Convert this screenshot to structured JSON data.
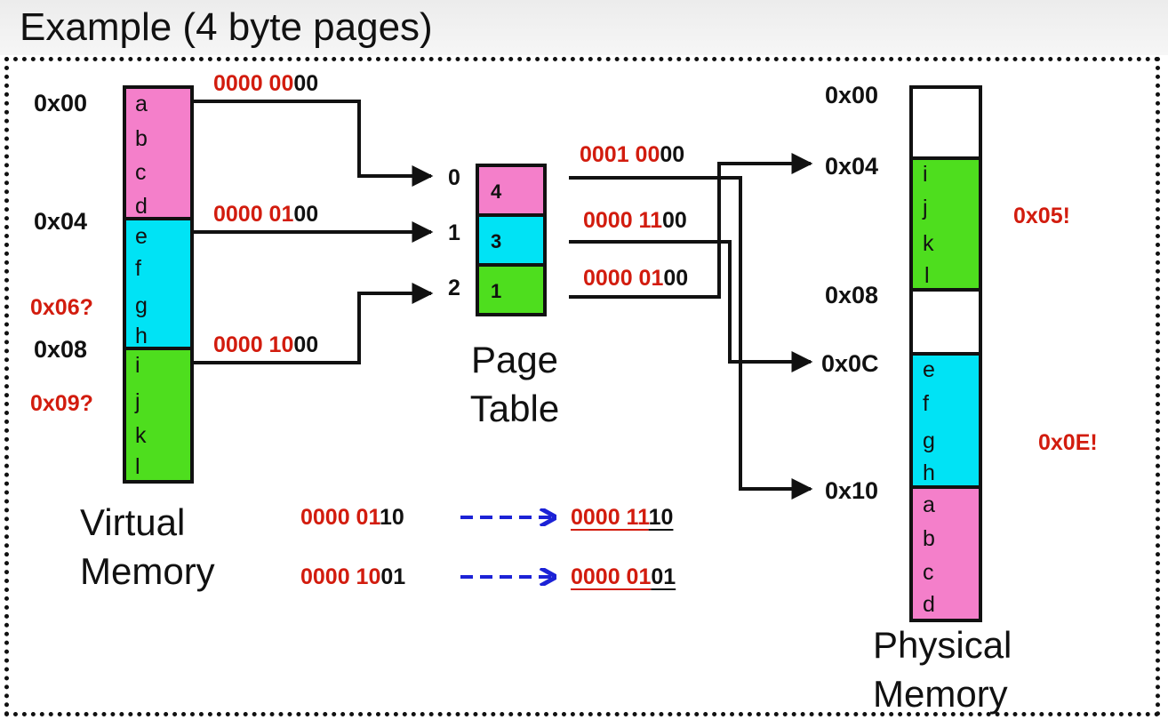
{
  "title": "Example (4 byte pages)",
  "virtual_memory": {
    "label_line1": "Virtual",
    "label_line2": "Memory",
    "addresses": [
      "0x00",
      "0x04",
      "0x08"
    ],
    "queries": [
      "0x06?",
      "0x09?"
    ],
    "pages": [
      {
        "color": "#f47fca",
        "bytes": [
          "a",
          "b",
          "c",
          "d"
        ]
      },
      {
        "color": "#00e3f5",
        "bytes": [
          "e",
          "f",
          "g",
          "h"
        ]
      },
      {
        "color": "#4ede1e",
        "bytes": [
          "i",
          "j",
          "k",
          "l"
        ]
      }
    ],
    "page_addresses_bin": [
      {
        "red": "0000 00",
        "black": "00"
      },
      {
        "red": "0000 01",
        "black": "00"
      },
      {
        "red": "0000 10",
        "black": "00"
      }
    ]
  },
  "page_table": {
    "label_line1": "Page",
    "label_line2": "Table",
    "indices": [
      "0",
      "1",
      "2"
    ],
    "entries": [
      {
        "value": "4",
        "color": "#f47fca"
      },
      {
        "value": "3",
        "color": "#00e3f5"
      },
      {
        "value": "1",
        "color": "#4ede1e"
      }
    ],
    "frame_addresses_bin": [
      {
        "red": "0001 00",
        "black": "00"
      },
      {
        "red": "0000 11",
        "black": "00"
      },
      {
        "red": "0000 01",
        "black": "00"
      }
    ]
  },
  "physical_memory": {
    "label_line1": "Physical",
    "label_line2": "Memory",
    "addresses": [
      "0x00",
      "0x04",
      "0x08",
      "0x0C",
      "0x10"
    ],
    "answers": [
      "0x05!",
      "0x0E!"
    ],
    "frames": [
      {
        "color": "#ffffff",
        "bytes": []
      },
      {
        "color": "#4ede1e",
        "bytes": [
          "i",
          "j",
          "k",
          "l"
        ]
      },
      {
        "color": "#ffffff",
        "bytes": []
      },
      {
        "color": "#00e3f5",
        "bytes": [
          "e",
          "f",
          "g",
          "h"
        ]
      },
      {
        "color": "#f47fca",
        "bytes": [
          "a",
          "b",
          "c",
          "d"
        ]
      }
    ]
  },
  "translations": [
    {
      "virtual_red": "0000 01",
      "virtual_black": "10",
      "physical_red": "0000 11",
      "physical_black": "10"
    },
    {
      "virtual_red": "0000 10",
      "virtual_black": "01",
      "physical_red": "0000 01",
      "physical_black": "01"
    }
  ],
  "colors": {
    "accent_red": "#d21c0e",
    "arrow_blue": "#1c22d6",
    "pink": "#f47fca",
    "cyan": "#00e3f5",
    "green": "#4ede1e"
  }
}
